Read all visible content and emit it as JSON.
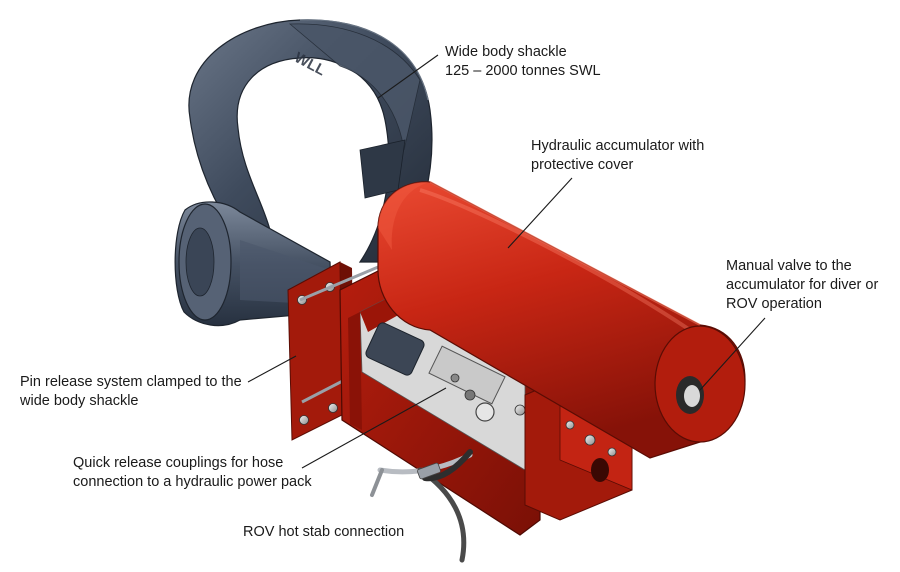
{
  "callouts": {
    "shackle": {
      "line1": "Wide body shackle",
      "line2": "125 – 2000 tonnes SWL"
    },
    "accumulator": {
      "line1": "Hydraulic accumulator with",
      "line2": "protective cover"
    },
    "manual_valve": {
      "line1": "Manual valve to the",
      "line2": "accumulator for diver or",
      "line3": "ROV operation"
    },
    "pin_release": {
      "line1": "Pin release system clamped to the",
      "line2": "wide body shackle"
    },
    "couplings": {
      "line1": "Quick release couplings for hose",
      "line2": "connection to a hydraulic power pack"
    },
    "hot_stab": {
      "line1": "ROV hot stab connection"
    }
  },
  "shackle_marking": "WLL",
  "colors": {
    "shackle": "#3e4a5c",
    "housing_red": "#c42412",
    "housing_dark": "#8e1608",
    "leader_line": "#1a1a1a"
  }
}
